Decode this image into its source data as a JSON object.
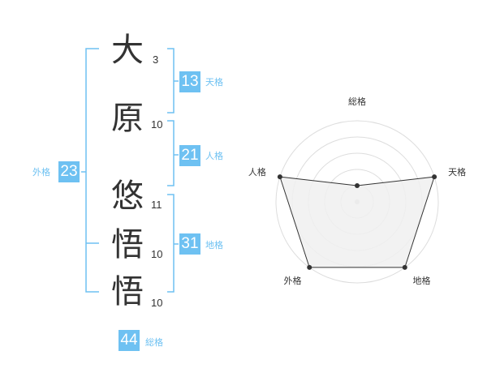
{
  "name_chars": [
    {
      "char": "大",
      "strokes": "3"
    },
    {
      "char": "原",
      "strokes": "10"
    },
    {
      "char": "悠",
      "strokes": "11"
    },
    {
      "char": "悟",
      "strokes": "10"
    },
    {
      "char": "悟",
      "strokes": "10"
    }
  ],
  "fortunes": {
    "tenkaku": {
      "value": "13",
      "label": "天格"
    },
    "jinkaku": {
      "value": "21",
      "label": "人格"
    },
    "chikaku": {
      "value": "31",
      "label": "地格"
    },
    "gaikaku": {
      "value": "23",
      "label": "外格"
    },
    "soukaku": {
      "value": "44",
      "label": "総格"
    }
  },
  "colors": {
    "accent": "#6ec1f2",
    "radar_fill": "#f0f0f0",
    "radar_line": "#333333",
    "grid": "#dddddd"
  },
  "chart_data": {
    "type": "radar",
    "axes": [
      "総格",
      "天格",
      "地格",
      "外格",
      "人格"
    ],
    "values": [
      1,
      5,
      5,
      5,
      5
    ],
    "rmax": 5,
    "grid_rings": 5
  }
}
